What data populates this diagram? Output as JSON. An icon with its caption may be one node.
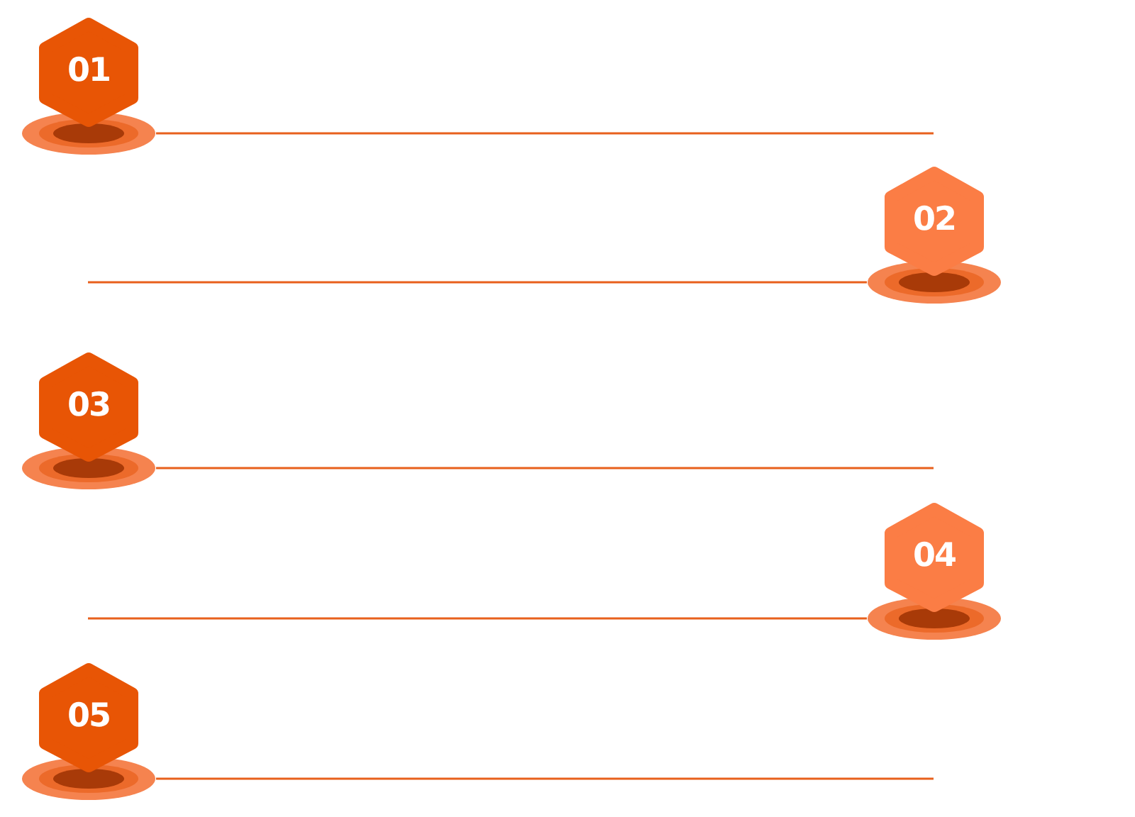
{
  "diagram": {
    "nodes": [
      {
        "text": [
          "01"
        ]
      },
      {
        "text": [
          "02"
        ]
      },
      {
        "text": [
          "03"
        ]
      },
      {
        "text": [
          "04"
        ]
      },
      {
        "text": [
          "05"
        ]
      }
    ],
    "edges": [
      {
        "from": 0,
        "to": null,
        "arrow": "none"
      },
      {
        "from": 1,
        "to": null,
        "arrow": "none"
      },
      {
        "from": 2,
        "to": null,
        "arrow": "none"
      },
      {
        "from": 3,
        "to": null,
        "arrow": "none"
      },
      {
        "from": 4,
        "to": null,
        "arrow": "none"
      }
    ]
  }
}
